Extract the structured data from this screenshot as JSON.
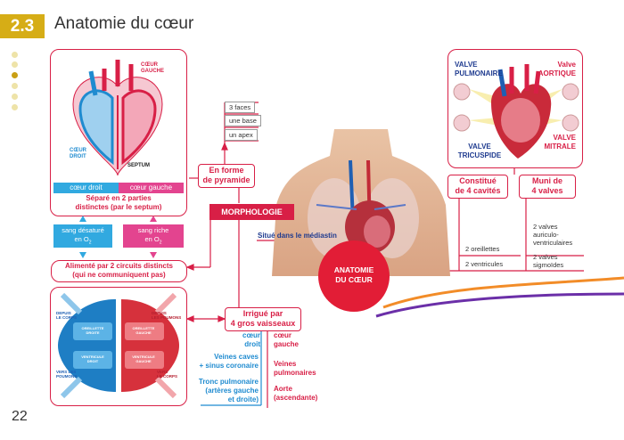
{
  "header": {
    "section": "2.3",
    "title": "Anatomie du cœur"
  },
  "page_number": "22",
  "heart_diagram": {
    "label_left_heart": "CŒUR\nGAUCHE",
    "label_right_heart": "CŒUR\nDROIT",
    "label_septum": "SEPTUM",
    "bar_right": "cœur droit",
    "bar_left": "cœur gauche",
    "separated": "Séparé en 2 parties\ndistinctes (par le septum)",
    "blood_poor": "sang désaturé\nen O",
    "blood_rich": "sang riche\nen O",
    "two_circuits": "Alimenté par 2 circuits distincts\n(qui ne communiquent pas)"
  },
  "circulation_diagram": {
    "from_body": "DEPUIS\nLE CORPS",
    "from_lungs": "DEPUIS\nLES POUMONS",
    "to_lungs": "VERS LES\nPOUMONS",
    "to_body": "VERS\nLE CORPS",
    "right_atrium": "OREILLETTE\nDROITE",
    "left_atrium": "OREILLETTE\nGAUCHE",
    "right_ventricle": "VENTRICULE\nDROIT",
    "left_ventricle": "VENTRICULE\nGAUCHE"
  },
  "morphology": {
    "title": "MORPHOLOGIE",
    "pyramid": "En forme\nde pyramide",
    "faces": "3 faces",
    "base": "une base",
    "apex": "un apex",
    "mediastin": "Situé dans le médiastin"
  },
  "vessels": {
    "title": "Irrigué par\n4 gros vaisseaux",
    "right_heading": "cœur\ndroit",
    "left_heading": "cœur\ngauche",
    "right_items": [
      "Veines caves\n+ sinus coronaire",
      "Tronc pulmonaire\n(artères gauche\net droite)"
    ],
    "left_items": [
      "Veines\npulmonaires",
      "Aorte\n(ascendante)"
    ]
  },
  "center": {
    "anatomy": "ANATOMIE\nDU CŒUR"
  },
  "valves_diagram": {
    "valve_pulmonary": "VALVE\nPULMONAIRE",
    "valve_aortic": "Valve\nAORTIQUE",
    "valve_tricuspid": "VALVE\nTRICUSPIDE",
    "valve_mitral": "VALVE\nMITRALE"
  },
  "cavities": {
    "title": "Constitué\nde 4 cavités",
    "atria": "2 oreillettes",
    "ventricles": "2 ventricules"
  },
  "valves": {
    "title": "Muni de\n4 valves",
    "av": "2 valves\nauriculo-\nventriculaires",
    "sig": "2 valves\nsigmoïdes"
  },
  "colors": {
    "red": "#d81f46",
    "blue": "#1f8bd0",
    "pink": "#e3448f",
    "gold": "#d6ad16",
    "purple": "#6b2fa8",
    "orange": "#f28c28"
  }
}
